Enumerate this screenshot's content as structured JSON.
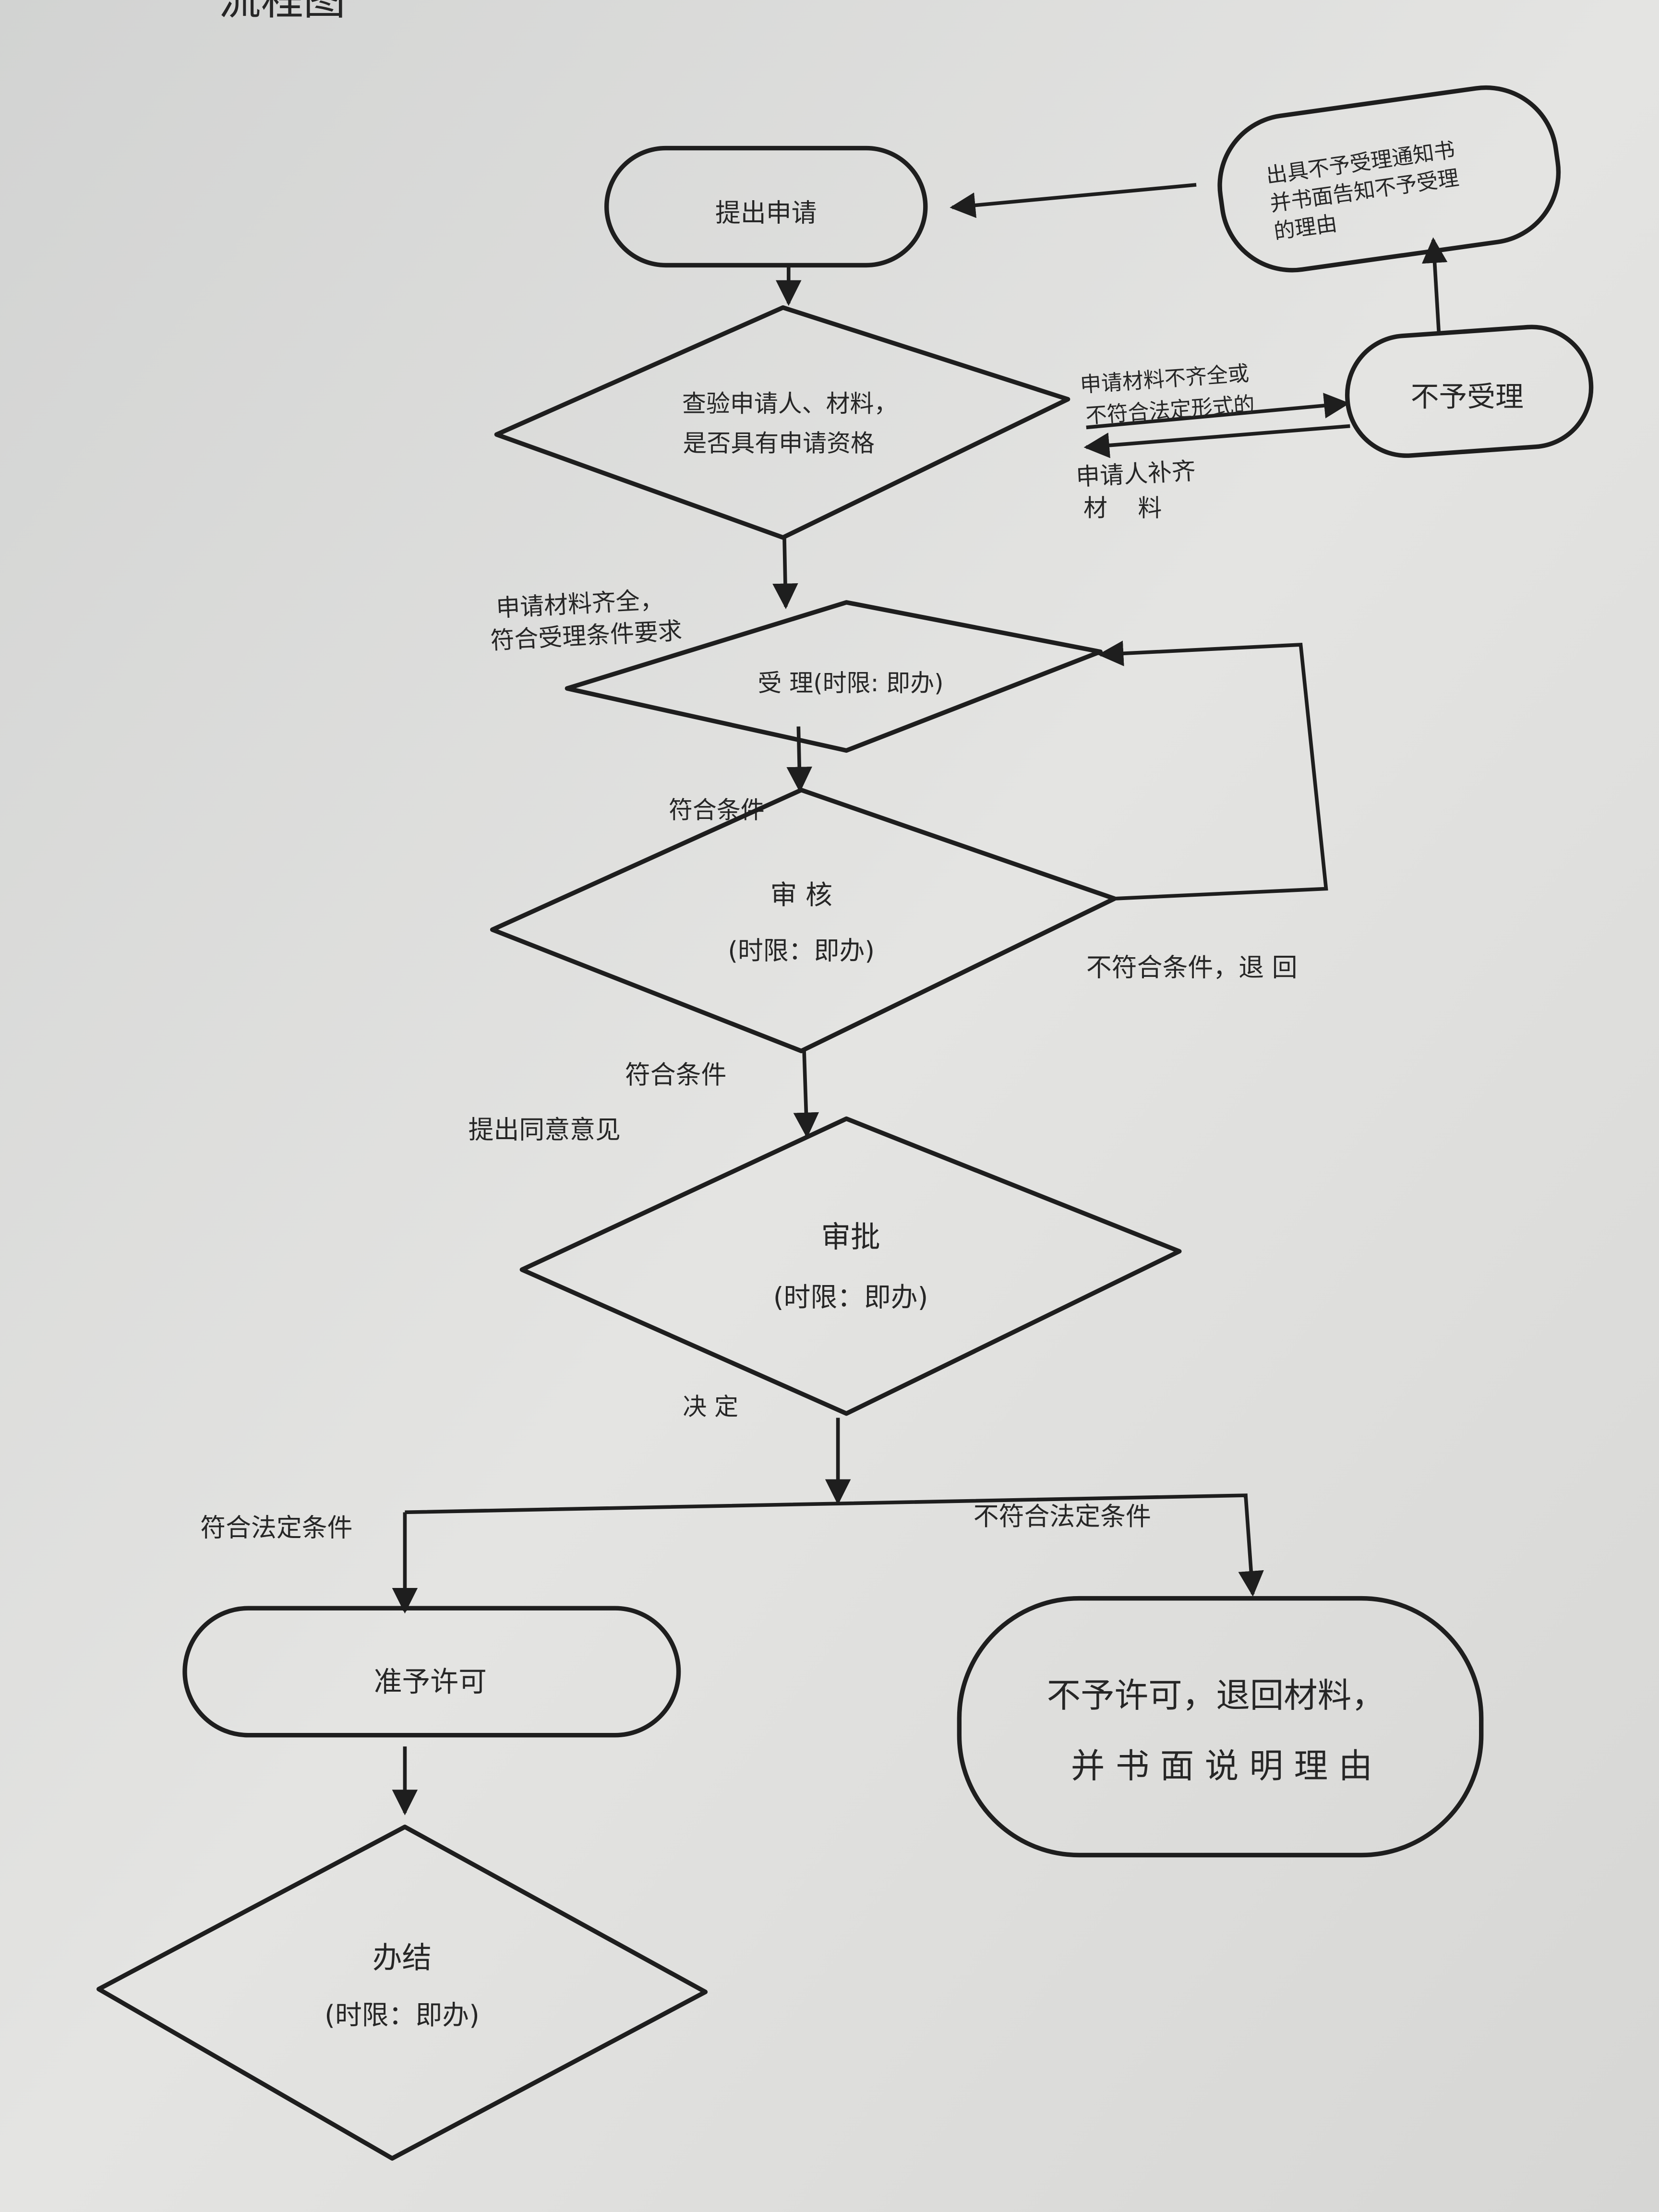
{
  "title": "流程图",
  "nodes": {
    "submit": {
      "label": "提出申请"
    },
    "check": {
      "line1": "查验申请人、材料，",
      "line2": "是否具有申请资格"
    },
    "reject_accept": {
      "label": "不予受理"
    },
    "notice": {
      "line1": "出具不予受理通知书",
      "line2": "并书面告知不予受理",
      "line3": "的理由"
    },
    "accept": {
      "label": "受 理(时限: 即办)"
    },
    "review": {
      "line1": "审 核",
      "line2": "(时限：即办)"
    },
    "approve": {
      "line1": "审批",
      "line2": "(时限：即办)"
    },
    "grant": {
      "label": "准予许可"
    },
    "deny": {
      "line1": "不予许可，退回材料，",
      "line2": "并 书 面 说 明 理 由"
    },
    "finish": {
      "line1": "办结",
      "line2": "(时限：即办)"
    }
  },
  "edge_labels": {
    "incomplete_1": "申请材料不齐全或",
    "incomplete_2": "不符合法定形式的",
    "supplement_1": "申请人补齐",
    "supplement_2": "材    料",
    "complete_1": "申请材料齐全，",
    "complete_2": "符合受理条件要求",
    "qualified_1": "符合条件",
    "unqualified_return": "不符合条件，退 回",
    "qualified_2": "符合条件",
    "propose_agree": "提出同意意见",
    "decide": "决 定",
    "legal_yes": "符合法定条件",
    "legal_no": "不符合法定条件"
  }
}
